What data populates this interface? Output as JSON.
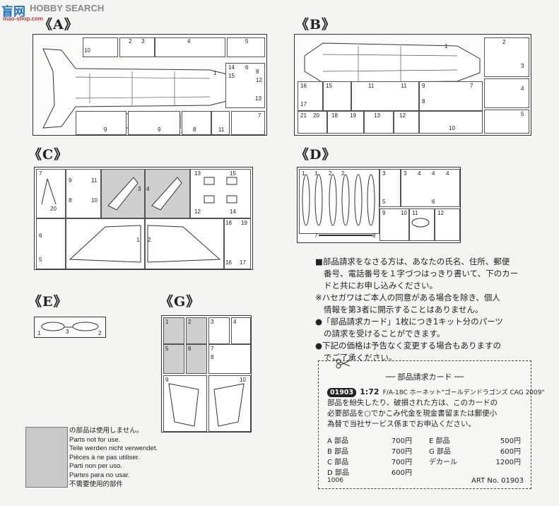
{
  "watermark": {
    "logo_text": "盲网",
    "brand_text": "HOBBY SEARCH",
    "site_text": "mao-shop.com"
  },
  "sheets": {
    "A": "《A》",
    "B": "《B》",
    "C": "《C》",
    "D": "《D》",
    "E": "《E》",
    "G": "《G》"
  },
  "part_numbers": {
    "A": [
      "10",
      "2",
      "3",
      "4",
      "5",
      "1",
      "14",
      "15",
      "13",
      "6",
      "12",
      "8",
      "7",
      "9",
      "9",
      "8",
      "11"
    ],
    "B": [
      "1",
      "2",
      "3",
      "16",
      "17",
      "15",
      "11",
      "11",
      "9",
      "8",
      "4",
      "7",
      "21",
      "20",
      "18",
      "19",
      "13",
      "12",
      "10",
      "5"
    ],
    "C": [
      "7",
      "9",
      "11",
      "8",
      "10",
      "20",
      "6",
      "5",
      "3",
      "4",
      "13",
      "15",
      "12",
      "14",
      "1",
      "2",
      "18",
      "19",
      "16",
      "17"
    ],
    "D": [
      "1",
      "1",
      "2",
      "2",
      "3",
      "3",
      "4",
      "4",
      "4",
      "5",
      "6",
      "7",
      "8",
      "10",
      "9",
      "11",
      "12"
    ],
    "E": [
      "1",
      "3",
      "2"
    ],
    "G": [
      "1",
      "2",
      "3",
      "4",
      "5",
      "6",
      "7",
      "8",
      "9",
      "10"
    ]
  },
  "notes": [
    "■部品請求をなさる方は、あなたの氏名、住所、郵便",
    "番号、電話番号を１字づつはっきり書いて、下のカー",
    "ドと共にお申し込みください。",
    "※ハセガワはご本人の同意がある場合を除き、個人",
    "情報を第3者に開示することはありません。",
    "●「部品請求カード」1枚につき1キット分のパーツ",
    "の請求を受けることができます。",
    "●下記の価格は予告なく変更する場合もありますの",
    "でご了承ください。"
  ],
  "card": {
    "scissors_icon": "scissors-icon",
    "title": "── 部品請求カード ──",
    "kit_number": "01903",
    "scale": "1:72",
    "kit_name": "F/A-18C ホーネット\"ゴールデンドラゴンズ CAG 2009\"",
    "body_lines": [
      "部品を紛失したり、破損された方は、このカードの",
      "必要部品を○でかこみ代金を現金書留または郵便小",
      "為替で当社サービス係までお申込ください。"
    ],
    "prices_left": [
      {
        "label": "A 部品",
        "price": "700円"
      },
      {
        "label": "B 部品",
        "price": "700円"
      },
      {
        "label": "C 部品",
        "price": "700円"
      },
      {
        "label": "D 部品",
        "price": "600円"
      }
    ],
    "prices_right": [
      {
        "label": "E 部品",
        "price": "500円"
      },
      {
        "label": "G 部品",
        "price": "600円"
      },
      {
        "label": "デカール",
        "price": "1200円"
      }
    ],
    "code": "1006",
    "art_no": "ART No. 01903"
  },
  "legend": {
    "swatch_color": "#c9c9c9",
    "lines": [
      "の部品は使用しません。",
      "Parts not for use.",
      "Teile werden nicht verwendet.",
      "Pièces à ne pas utiliser.",
      "Parti non per uso.",
      "Partes para no usar.",
      "不需要使用的部件"
    ]
  }
}
